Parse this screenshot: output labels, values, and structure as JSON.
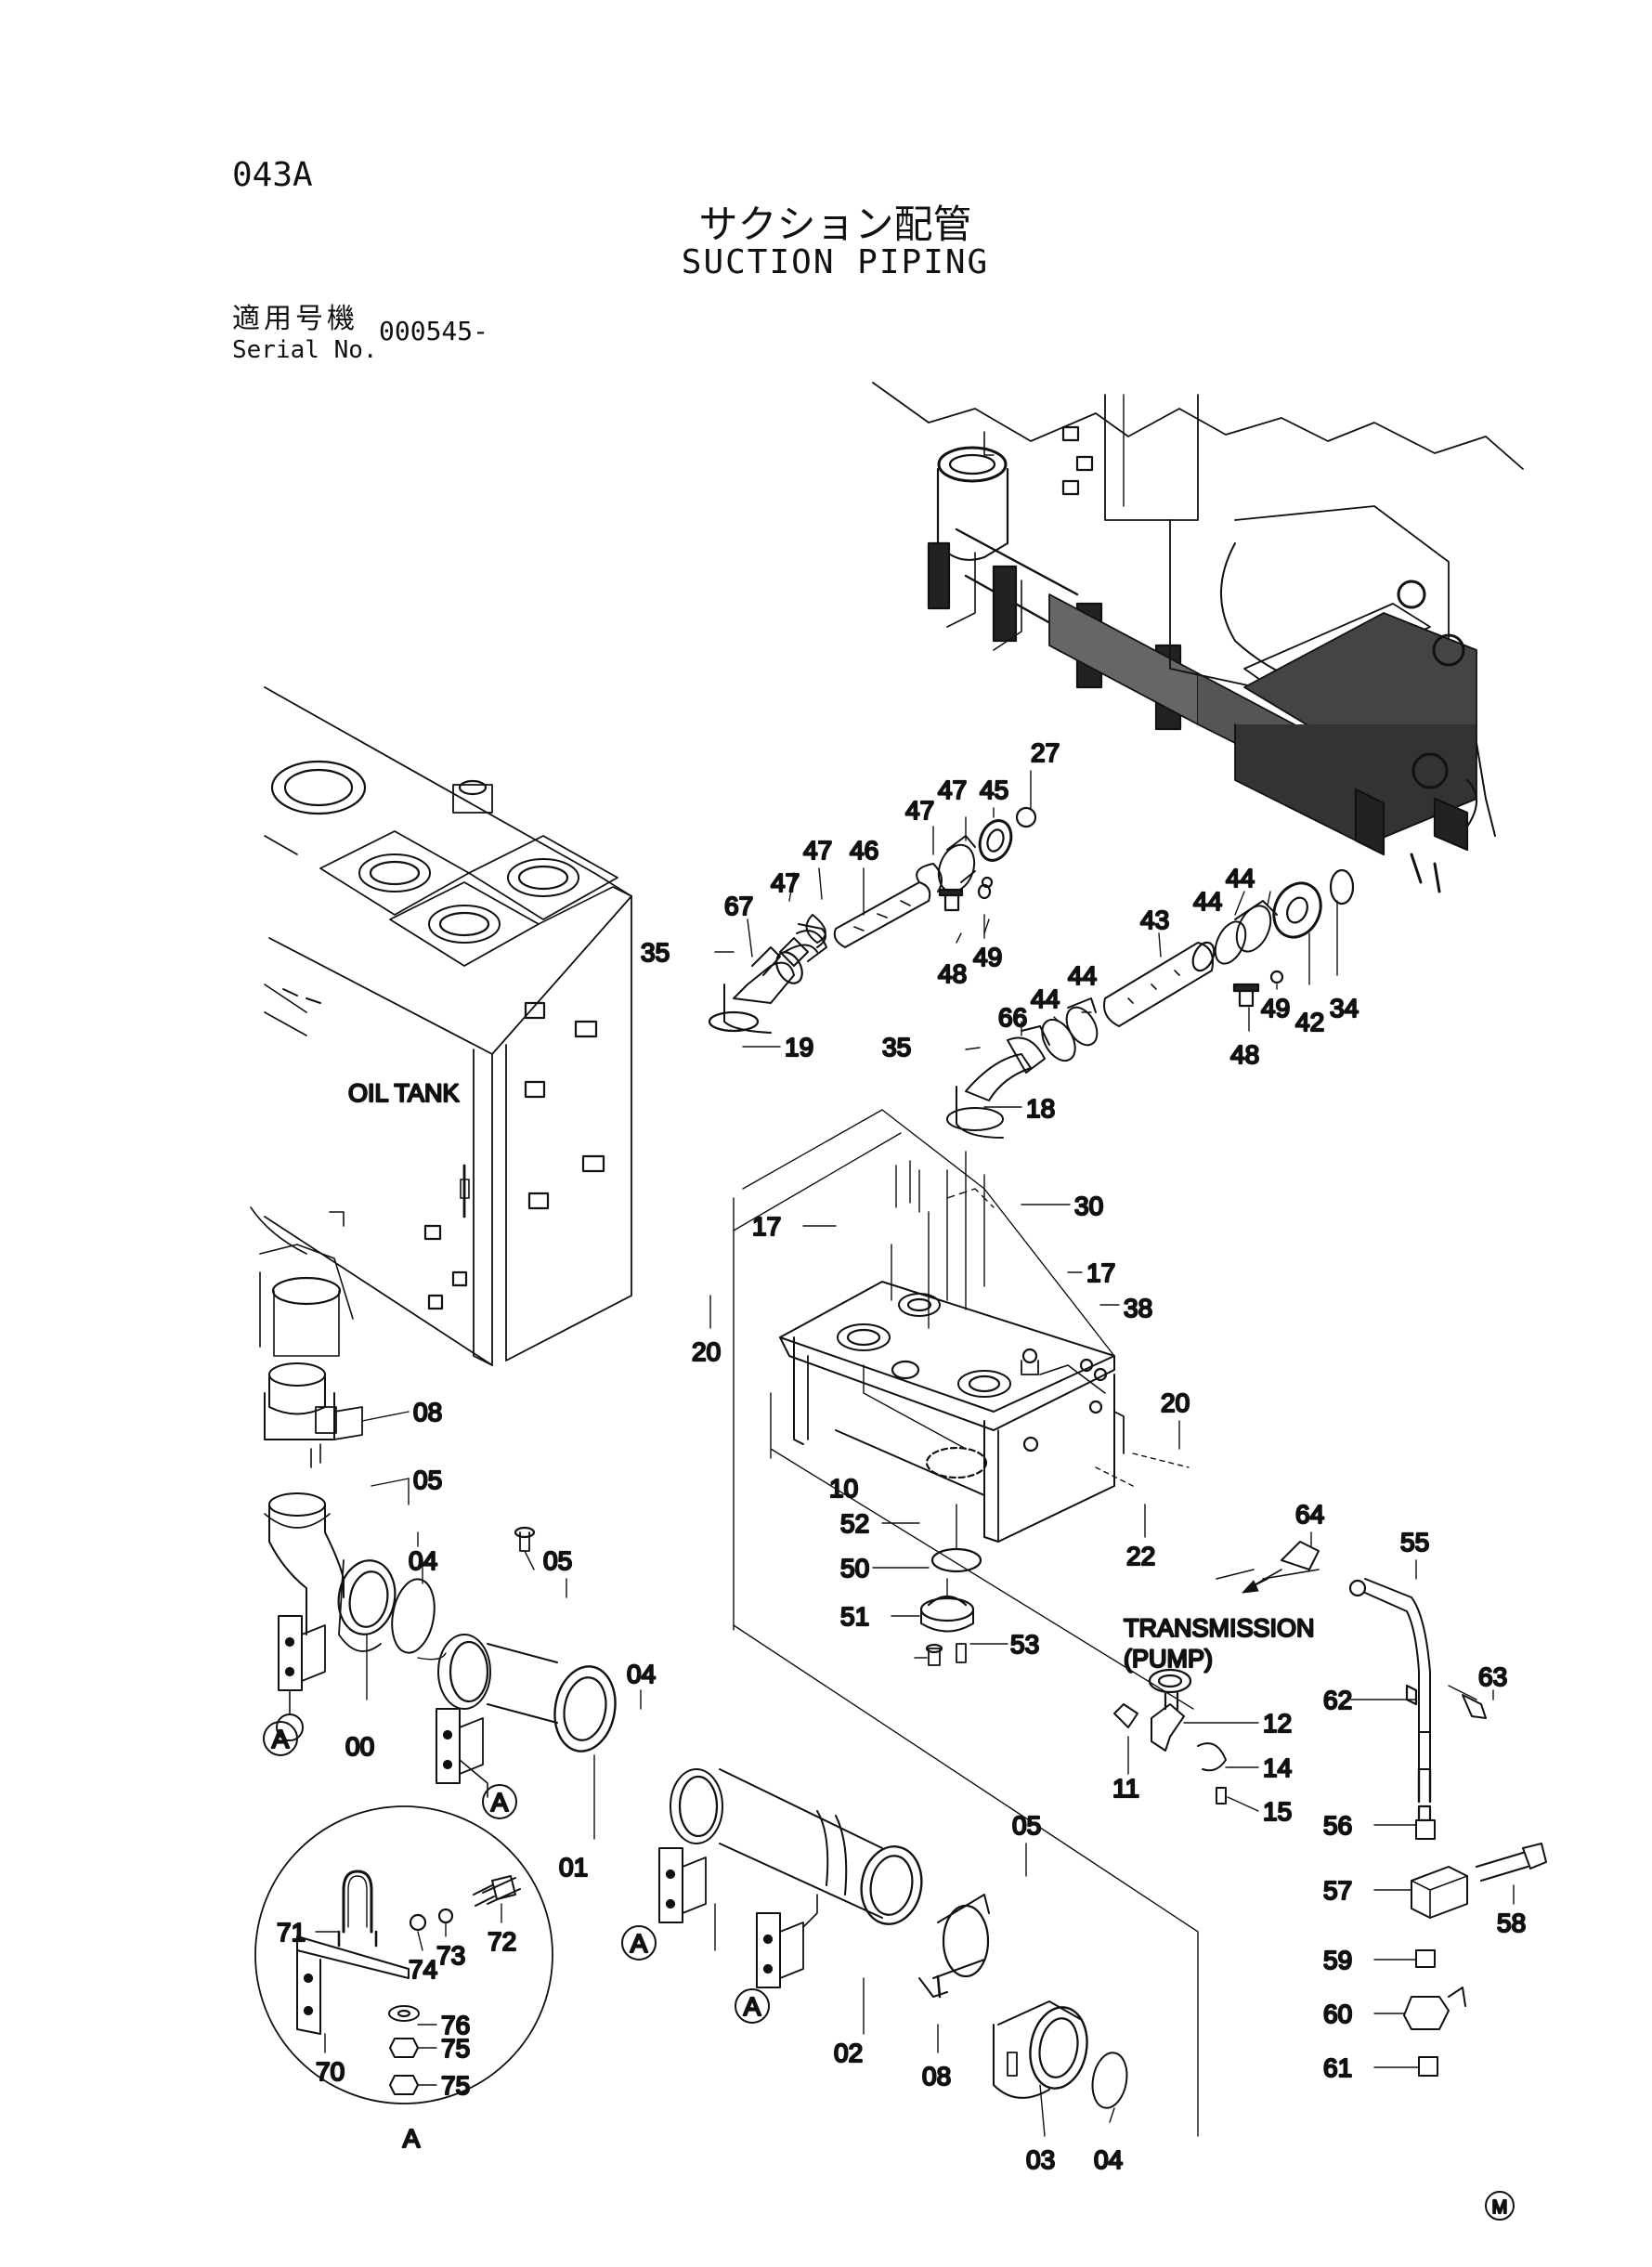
{
  "header": {
    "code": "043A",
    "title_jp": "サクション配管",
    "title_en": "SUCTION PIPING",
    "serial_jp": "適用号機",
    "serial_en": "Serial No.",
    "serial_value": "000545-"
  },
  "diagram": {
    "oil_tank_label": "OIL TANK",
    "transmission_label": "TRANSMISSION",
    "pump_label": "(PUMP)",
    "detail_letter": "A",
    "corner_mark": "M",
    "callouts": [
      {
        "text": "27"
      },
      {
        "text": "45"
      },
      {
        "text": "47"
      },
      {
        "text": "47"
      },
      {
        "text": "46"
      },
      {
        "text": "47"
      },
      {
        "text": "47"
      },
      {
        "text": "67"
      },
      {
        "text": "35"
      },
      {
        "text": "48"
      },
      {
        "text": "49"
      },
      {
        "text": "44"
      },
      {
        "text": "44"
      },
      {
        "text": "43"
      },
      {
        "text": "34"
      },
      {
        "text": "42"
      },
      {
        "text": "49"
      },
      {
        "text": "48"
      },
      {
        "text": "19"
      },
      {
        "text": "35"
      },
      {
        "text": "66"
      },
      {
        "text": "44"
      },
      {
        "text": "44"
      },
      {
        "text": "18"
      },
      {
        "text": "30"
      },
      {
        "text": "17"
      },
      {
        "text": "17"
      },
      {
        "text": "38"
      },
      {
        "text": "20"
      },
      {
        "text": "20"
      },
      {
        "text": "10"
      },
      {
        "text": "22"
      },
      {
        "text": "08"
      },
      {
        "text": "05"
      },
      {
        "text": "52"
      },
      {
        "text": "50"
      },
      {
        "text": "51"
      },
      {
        "text": "53"
      },
      {
        "text": "64"
      },
      {
        "text": "55"
      },
      {
        "text": "04"
      },
      {
        "text": "05"
      },
      {
        "text": "00"
      },
      {
        "text": "04"
      },
      {
        "text": "01"
      },
      {
        "text": "12"
      },
      {
        "text": "14"
      },
      {
        "text": "11"
      },
      {
        "text": "15"
      },
      {
        "text": "63"
      },
      {
        "text": "62"
      },
      {
        "text": "56"
      },
      {
        "text": "57"
      },
      {
        "text": "58"
      },
      {
        "text": "59"
      },
      {
        "text": "60"
      },
      {
        "text": "61"
      },
      {
        "text": "05"
      },
      {
        "text": "71"
      },
      {
        "text": "74"
      },
      {
        "text": "73"
      },
      {
        "text": "72"
      },
      {
        "text": "76"
      },
      {
        "text": "75"
      },
      {
        "text": "75"
      },
      {
        "text": "70"
      },
      {
        "text": "02"
      },
      {
        "text": "08"
      },
      {
        "text": "03"
      },
      {
        "text": "04"
      }
    ],
    "ref_markers": [
      {
        "text": "A"
      },
      {
        "text": "A"
      },
      {
        "text": "A"
      },
      {
        "text": "A"
      }
    ]
  }
}
